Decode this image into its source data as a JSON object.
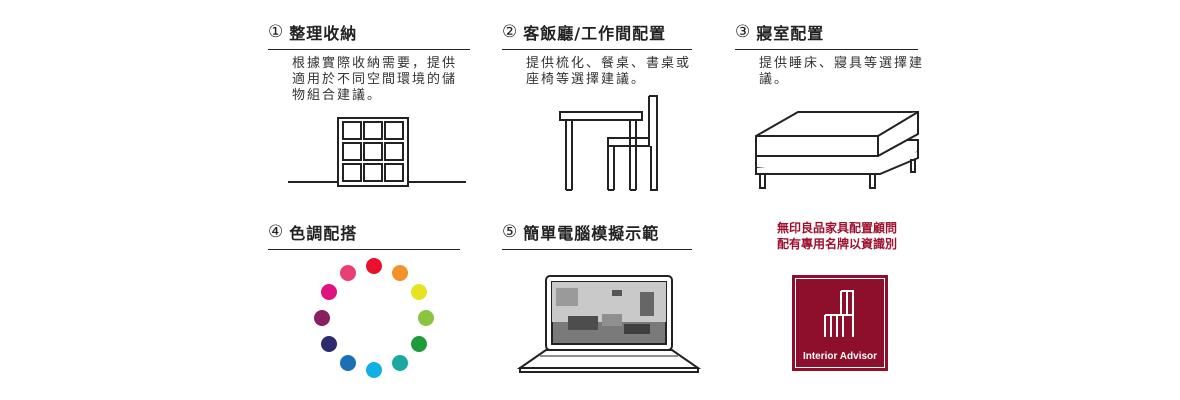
{
  "sections": [
    {
      "number": "①",
      "title": "整理收納",
      "desc": "根據實際收納需要，提供適用於不同空間環境的儲物組合建議。"
    },
    {
      "number": "②",
      "title": "客飯廳/工作間配置",
      "desc": "提供梳化、餐桌、書桌或座椅等選擇建議。"
    },
    {
      "number": "③",
      "title": "寢室配置",
      "desc": "提供睡床、寢具等選擇建議。"
    },
    {
      "number": "④",
      "title": "色調配搭",
      "desc": ""
    },
    {
      "number": "⑤",
      "title": "簡單電腦模擬示範",
      "desc": ""
    }
  ],
  "advisor": {
    "line1": "無印良品家具配置顧問",
    "line2": "配有專用名牌以資識別",
    "badge_label": "Interior Advisor",
    "color": "#8d0f2c"
  },
  "icons": {
    "storage": "storage-shelf-icon",
    "table_chair": "table-chair-icon",
    "bed": "bed-icon",
    "color_wheel": "color-wheel-icon",
    "laptop": "laptop-icon",
    "chair_logo": "chair-logo-icon"
  },
  "color_dots": [
    "#e8102a",
    "#f4922a",
    "#e6e322",
    "#8bc43f",
    "#1f9c3a",
    "#1ba8a0",
    "#13b0e6",
    "#1a6fb5",
    "#2d2a6e",
    "#8a1f5e",
    "#e0127e",
    "#ea3f73"
  ]
}
